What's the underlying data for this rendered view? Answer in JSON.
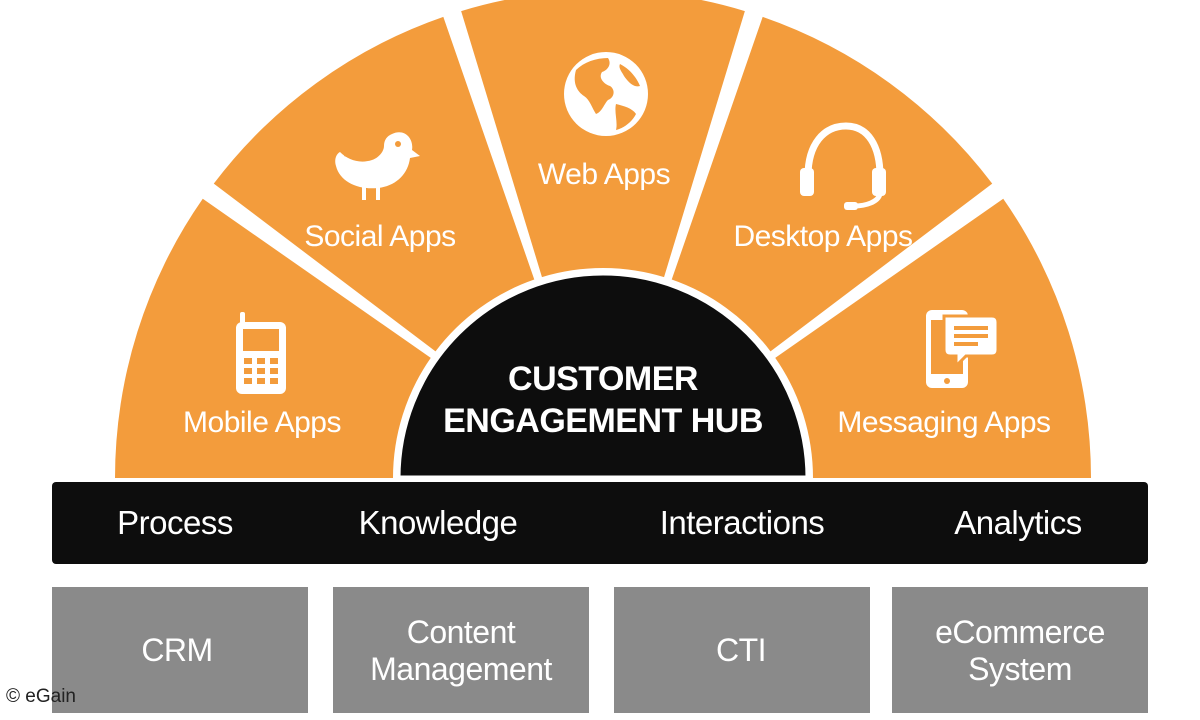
{
  "colors": {
    "segment": "#f39c3c",
    "hub": "#0d0d0d",
    "bar": "#0d0d0d",
    "box": "#8a8a8a",
    "text": "#ffffff"
  },
  "segments": [
    {
      "label": "Mobile Apps",
      "icon": "mobile-phone-icon"
    },
    {
      "label": "Social Apps",
      "icon": "bird-icon"
    },
    {
      "label": "Web Apps",
      "icon": "globe-icon"
    },
    {
      "label": "Desktop Apps",
      "icon": "headset-icon"
    },
    {
      "label": "Messaging Apps",
      "icon": "messaging-icon"
    }
  ],
  "hub": {
    "line1": "CUSTOMER",
    "line2": "ENGAGEMENT HUB"
  },
  "bar": {
    "items": [
      "Process",
      "Knowledge",
      "Interactions",
      "Analytics"
    ]
  },
  "systems": [
    {
      "line1": "CRM",
      "line2": ""
    },
    {
      "line1": "Content",
      "line2": "Management"
    },
    {
      "line1": "CTI",
      "line2": ""
    },
    {
      "line1": "eCommerce",
      "line2": "System"
    }
  ],
  "copyright": "© eGain"
}
